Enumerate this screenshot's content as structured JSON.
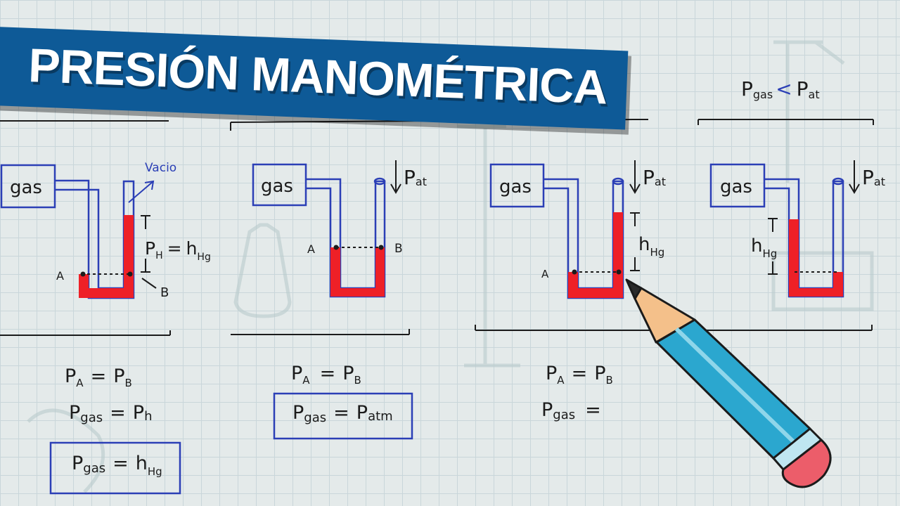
{
  "title": "PRESIÓN MANOMÉTRICA",
  "top_condition": {
    "left": "P",
    "left_sub": "gas",
    "symbol": "<",
    "right": "P",
    "right_sub": "at"
  },
  "diagrams": [
    {
      "gas": "gas",
      "vacuum": "Vacio",
      "point_a": "A",
      "point_b": "B",
      "pressure_eq": "P",
      "pressure_eq_sub": "H",
      "equals": "=",
      "height": "h",
      "height_sub": "Hg"
    },
    {
      "gas": "gas",
      "arrow": "P",
      "arrow_sub": "at",
      "point_a": "A",
      "point_b": "B"
    },
    {
      "gas": "gas",
      "arrow": "P",
      "arrow_sub": "at",
      "point_a": "A",
      "height": "h",
      "height_sub": "Hg"
    },
    {
      "gas": "gas",
      "arrow": "P",
      "arrow_sub": "at",
      "height": "h",
      "height_sub": "Hg"
    }
  ],
  "equations": {
    "d1_line1": {
      "l": "P",
      "ls": "A",
      "eq": "=",
      "r": "P",
      "rs": "B"
    },
    "d1_line2": {
      "l": "P",
      "ls": "gas",
      "eq": "=",
      "r": "P",
      "rs": "h"
    },
    "d1_line3": {
      "l": "P",
      "ls": "gas",
      "eq": "=",
      "r": "h",
      "rs": "Hg"
    },
    "d2_line1": {
      "l": "P",
      "ls": "A",
      "eq": "=",
      "r": "P",
      "rs": "B"
    },
    "d2_line2": {
      "l": "P",
      "ls": "gas",
      "eq": "=",
      "r": "P",
      "rs": "atm"
    },
    "d3_line1": {
      "l": "P",
      "ls": "A",
      "eq": "=",
      "r": "P",
      "rs": "B"
    },
    "d3_line2": {
      "l": "P",
      "ls": "gas",
      "eq": "="
    }
  },
  "colors": {
    "ink": "#1b1b1b",
    "blue_ink": "#2b3fb6",
    "mercury": "#ee2027",
    "banner": "#0e5a97",
    "pencil_body": "#2ba7cf",
    "pencil_eraser": "#ec5d6a"
  }
}
